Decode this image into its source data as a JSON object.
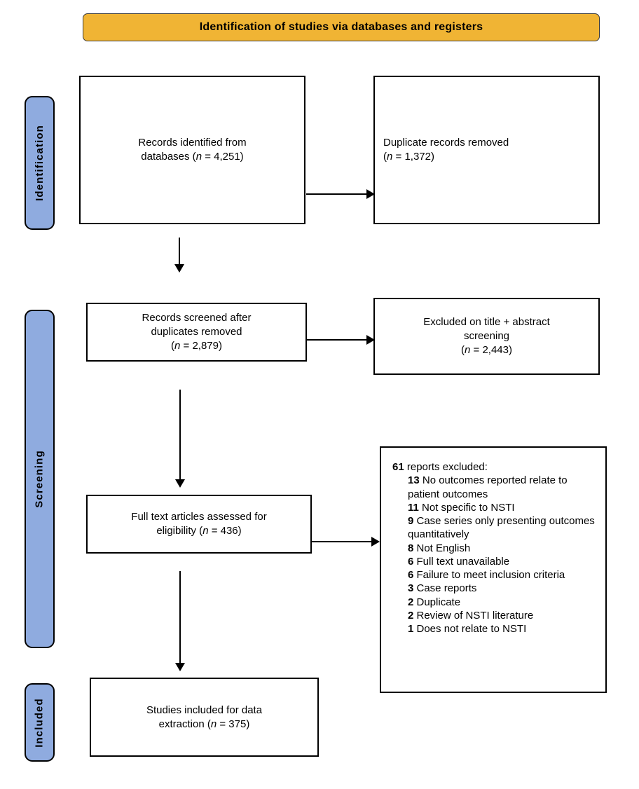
{
  "banner": {
    "title": "Identification of studies via databases and registers",
    "color": "#F0B434"
  },
  "stages": {
    "color": "#8FABDF",
    "identification": "Identification",
    "screening": "Screening",
    "included": "Included"
  },
  "boxes": {
    "identified": {
      "line1": "Records identified from",
      "line2_prefix": "databases (",
      "line2_italic": "n",
      "line2_suffix": " = 4,251)"
    },
    "duplicates": {
      "line1": "Duplicate records removed",
      "line2_prefix": "(",
      "line2_italic": "n",
      "line2_suffix": " = 1,372)"
    },
    "screened": {
      "line1": "Records screened after",
      "line2": "duplicates removed",
      "line3_prefix": "(",
      "line3_italic": "n",
      "line3_suffix": " = 2,879)"
    },
    "excluded_title_abstract": {
      "line1": "Excluded on title + abstract",
      "line2": "screening",
      "line3_prefix": "(",
      "line3_italic": "n",
      "line3_suffix": " = 2,443)"
    },
    "fulltext": {
      "line1": "Full text articles assessed for",
      "line2_prefix": "eligibility (",
      "line2_italic": "n",
      "line2_suffix": " = 436)"
    },
    "included": {
      "line1": "Studies included for data",
      "line2_prefix": "extraction (",
      "line2_italic": "n",
      "line2_suffix": " = 375)"
    }
  },
  "reasons": {
    "total_count": "61",
    "heading_text": " reports excluded:",
    "items": [
      {
        "count": "13",
        "text": " No outcomes reported relate to patient outcomes"
      },
      {
        "count": "11",
        "text": " Not specific to NSTI"
      },
      {
        "count": "9",
        "text": " Case series only presenting outcomes quantitatively"
      },
      {
        "count": "8",
        "text": " Not English"
      },
      {
        "count": "6",
        "text": " Full text unavailable"
      },
      {
        "count": "6",
        "text": " Failure to meet inclusion criteria"
      },
      {
        "count": "3",
        "text": " Case reports"
      },
      {
        "count": "2",
        "text": " Duplicate"
      },
      {
        "count": "2",
        "text": " Review of NSTI literature"
      },
      {
        "count": "1",
        "text": " Does not relate to NSTI"
      }
    ]
  }
}
